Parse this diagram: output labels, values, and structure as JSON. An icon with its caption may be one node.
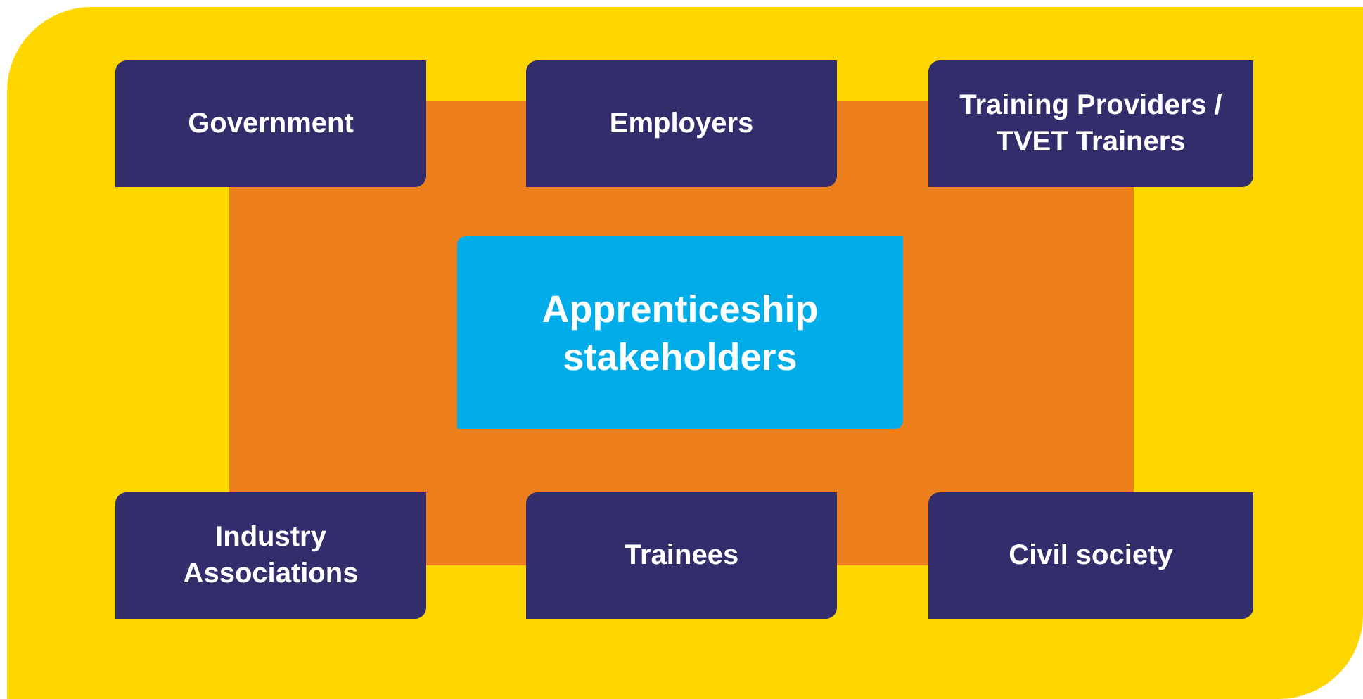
{
  "diagram": {
    "nodes": [
      {
        "text": [
          "Government"
        ]
      },
      {
        "text": [
          "Employers"
        ]
      },
      {
        "text": [
          "Training Providers / TVET Trainers"
        ]
      },
      {
        "text": [
          "Apprenticeship stakeholders"
        ]
      },
      {
        "text": [
          "Industry Associations"
        ]
      },
      {
        "text": [
          "Trainees"
        ]
      },
      {
        "text": [
          "Civil society"
        ]
      }
    ],
    "edges": []
  }
}
